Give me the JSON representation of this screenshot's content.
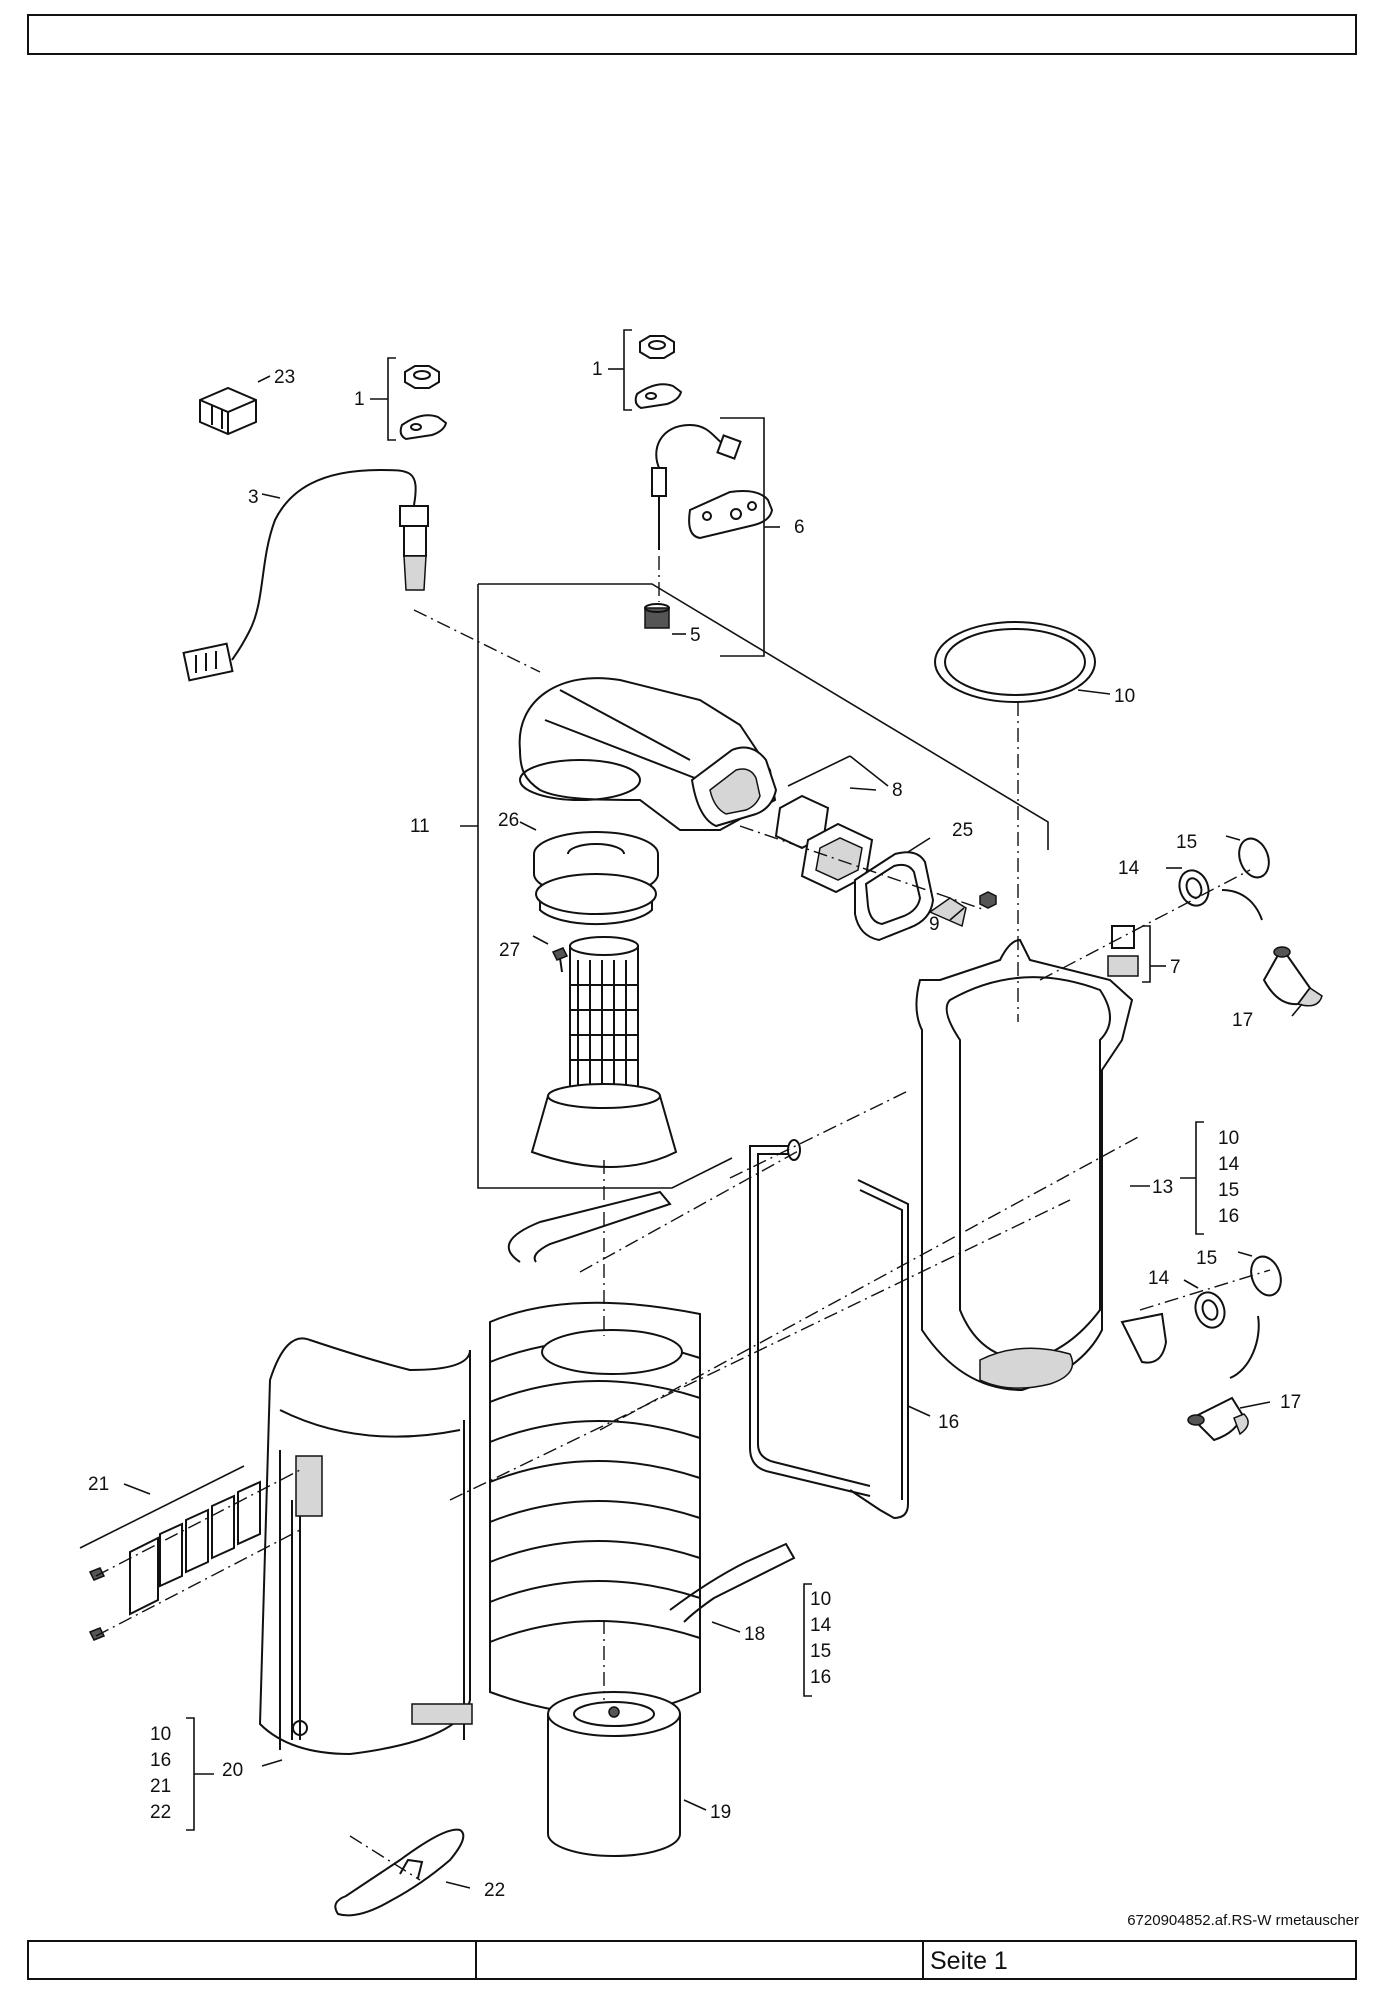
{
  "header": {
    "title": ""
  },
  "footer": {
    "cell1": "",
    "cell2": "",
    "page": "Seite 1"
  },
  "doc_ref": "6720904852.af.RS-W rmetauscher",
  "callouts": {
    "c23": "23",
    "c1a": "1",
    "c1b": "1",
    "c3": "3",
    "c6": "6",
    "c5": "5",
    "c10": "10",
    "c11": "11",
    "c8": "8",
    "c26": "26",
    "c25": "25",
    "c9": "9",
    "c15a": "15",
    "c14a": "14",
    "c7": "7",
    "c27": "27",
    "c17a": "17",
    "c13": "13",
    "c14b": "14",
    "c15b": "15",
    "c16": "16",
    "c17b": "17",
    "c21": "21",
    "c18": "18",
    "c20": "20",
    "c19": "19",
    "c22": "22"
  },
  "kits": {
    "k13": [
      "10",
      "14",
      "15",
      "16"
    ],
    "k18": [
      "10",
      "14",
      "15",
      "16"
    ],
    "k20": [
      "10",
      "16",
      "21",
      "22"
    ]
  }
}
